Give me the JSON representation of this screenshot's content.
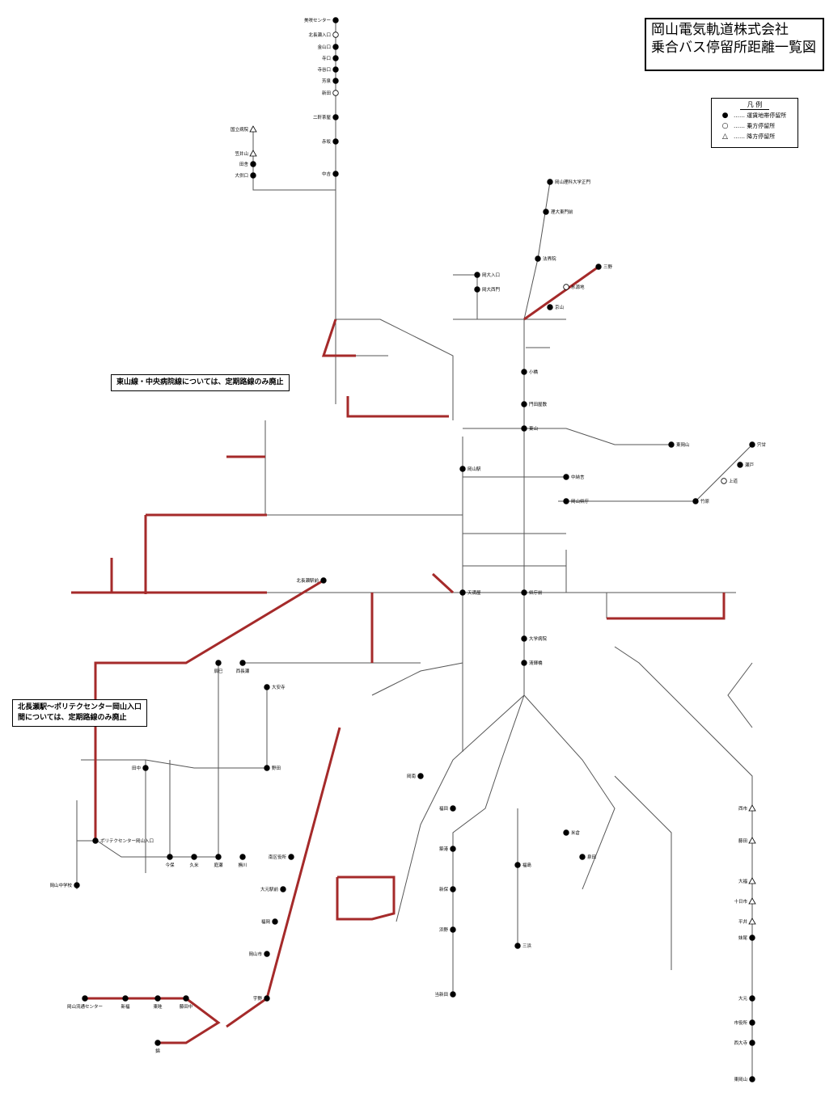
{
  "title": {
    "line1": "岡山電気軌道株式会社",
    "line2": "乗合バス停留所距離一覧図"
  },
  "legend": {
    "title": "凡 例",
    "items": [
      {
        "symbol": "●",
        "label": "…… 運賃地帯停留所"
      },
      {
        "symbol": "○",
        "label": "…… 乗方停留所"
      },
      {
        "symbol": "△",
        "label": "…… 降方停留所"
      }
    ]
  },
  "notices": [
    "東山線・中央病院線については、定期路線のみ廃止",
    "北長瀬駅～ポリテクセンター岡山入口",
    "間については、定期路線のみ廃止"
  ],
  "colors": {
    "line": "#555555",
    "abolished": "#a52a2a",
    "stop": "#000000"
  },
  "stops": {
    "n1": "美咲センター",
    "n2": "北長瀬入口",
    "n3": "金山口",
    "n4": "寺口",
    "n5": "寺谷口",
    "n6": "芳泉",
    "n7": "新田",
    "n8": "二軒茶屋",
    "n9": "赤坂",
    "n10": "中吉",
    "w1": "笠井山",
    "w2": "田舎",
    "w3": "大供口",
    "w4": "国立病院",
    "e1": "岡山理科大学正門",
    "e2": "理大東門前",
    "e3": "法界院",
    "e4": "三野",
    "e5": "水源地",
    "e6": "京山",
    "e7": "岡大入口",
    "e8": "岡大西門",
    "c1": "岡山駅",
    "c2": "天満屋",
    "c3": "県庁前",
    "c4": "大学病院",
    "c5": "清輝橋",
    "c6": "東山",
    "c7": "門田屋敷",
    "c8": "小橋",
    "c9": "中納言",
    "c10": "岡山県庁",
    "s1": "東岡山",
    "s2": "西大寺",
    "s3": "市役所",
    "s4": "大元",
    "s5": "妹尾",
    "s6": "平井",
    "s7": "十日市",
    "s8": "大福",
    "s9": "藤田",
    "s10": "西市",
    "x1": "北長瀬駅前",
    "x2": "ポリテクセンター岡山入口",
    "x3": "岡山中学校",
    "x4": "今保",
    "x5": "久米",
    "x6": "庭瀬",
    "x7": "撫川",
    "x8": "田中",
    "x9": "野田",
    "x10": "大安寺",
    "x11": "辰巳",
    "x12": "西長瀬",
    "y1": "岡南",
    "y2": "福田",
    "y3": "築港",
    "y4": "新保",
    "y5": "浜野",
    "y6": "当新田",
    "y7": "福島",
    "y8": "三浜",
    "y9": "米倉",
    "y10": "泉田",
    "z1": "岡山流通センター",
    "z2": "新福",
    "z3": "東畦",
    "z4": "藤田中",
    "z5": "錦",
    "r1": "東岡山",
    "r2": "竹原",
    "r3": "上道",
    "r4": "瀬戸",
    "r5": "宍甘",
    "q1": "宇野",
    "q2": "岡山市",
    "q3": "福岡",
    "q4": "大元駅前",
    "q5": "南区役所"
  }
}
